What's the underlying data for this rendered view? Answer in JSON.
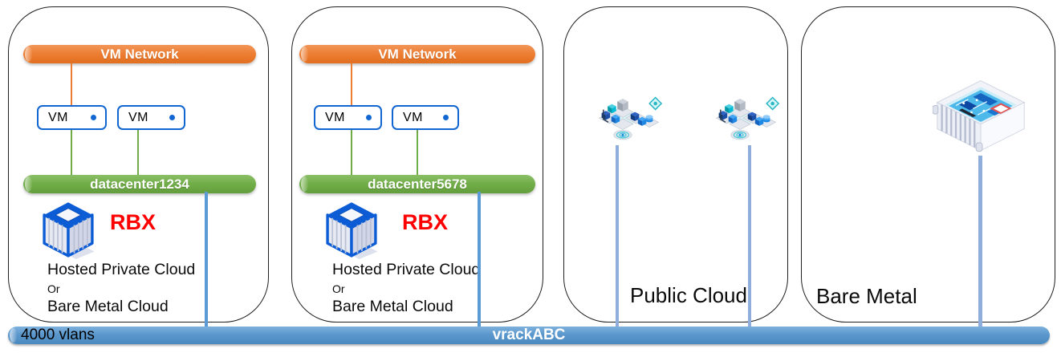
{
  "bottom_bar": {
    "left_label": "4000 vlans",
    "center_label": "vrackABC"
  },
  "panels": [
    {
      "vm_network_label": "VM Network",
      "vms": [
        "VM",
        "VM"
      ],
      "datacenter_label": "datacenter1234",
      "location_label": "RBX",
      "caption": [
        "Hosted Private Cloud",
        "Or",
        "Bare Metal Cloud"
      ]
    },
    {
      "vm_network_label": "VM Network",
      "vms": [
        "VM",
        "VM"
      ],
      "datacenter_label": "datacenter5678",
      "location_label": "RBX",
      "caption": [
        "Hosted Private Cloud",
        "Or",
        "Bare Metal Cloud"
      ]
    },
    {
      "label": "Public Cloud"
    },
    {
      "label": "Bare Metal"
    }
  ],
  "colors": {
    "vm_network_orange": "#ED7D31",
    "datacenter_green": "#70AD47",
    "vrack_bar_blue": "#5B9BD5",
    "connector_blue": "#5B9BD5",
    "connector_light_blue": "#8FAEDC",
    "vm_box_border_blue": "#1266D1",
    "rbx_red": "#FF0000"
  }
}
